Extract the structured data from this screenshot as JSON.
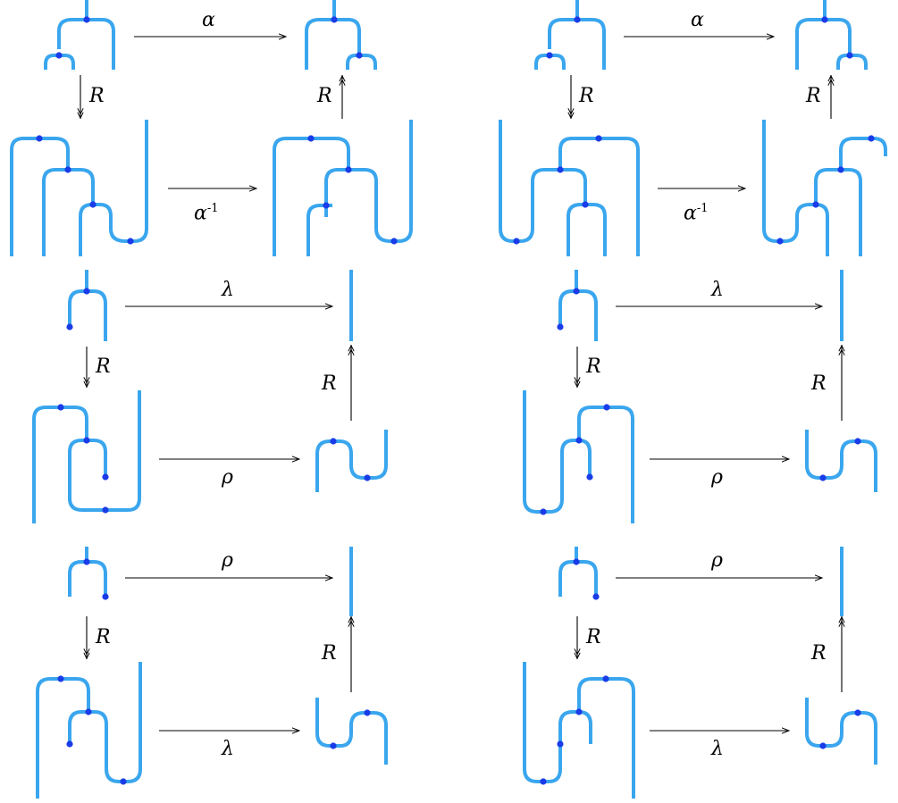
{
  "labels": {
    "alpha": "α",
    "alpha_inv": "α",
    "inverse_exp": "-1",
    "R": "R",
    "lambda": "λ",
    "rho": "ρ"
  },
  "colors": {
    "strand": "#3aa6ee",
    "node": "#1a3ce8",
    "arrow": "#000000"
  }
}
